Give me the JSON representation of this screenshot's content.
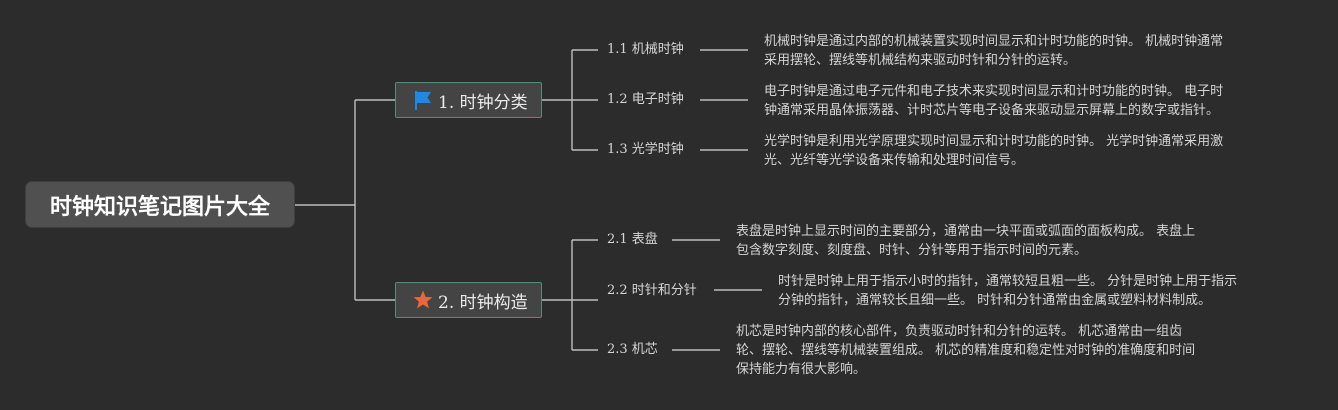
{
  "root": {
    "title": "时钟知识笔记图片大全"
  },
  "branches": [
    {
      "label": "1. 时钟分类",
      "icon": "flag-icon",
      "items": [
        {
          "label": "1.1 机械时钟",
          "desc": [
            "机械时钟是通过内部的机械装置实现时间显示和计时功能的时钟。 机械时钟通常",
            "采用摆轮、摆线等机械结构来驱动时针和分针的运转。"
          ]
        },
        {
          "label": "1.2 电子时钟",
          "desc": [
            "电子时钟是通过电子元件和电子技术来实现时间显示和计时功能的时钟。 电子时",
            "钟通常采用晶体振荡器、计时芯片等电子设备来驱动显示屏幕上的数字或指针。"
          ]
        },
        {
          "label": "1.3 光学时钟",
          "desc": [
            "光学时钟是利用光学原理实现时间显示和计时功能的时钟。 光学时钟通常采用激",
            "光、光纤等光学设备来传输和处理时间信号。"
          ]
        }
      ]
    },
    {
      "label": "2. 时钟构造",
      "icon": "star-icon",
      "items": [
        {
          "label": "2.1 表盘",
          "desc": [
            "表盘是时钟上显示时间的主要部分，通常由一块平面或弧面的面板构成。 表盘上",
            "包含数字刻度、刻度盘、时针、分针等用于指示时间的元素。"
          ]
        },
        {
          "label": "2.2 时针和分针",
          "desc": [
            "时针是时钟上用于指示小时的指针，通常较短且粗一些。 分针是时钟上用于指示",
            "分钟的指针，通常较长且细一些。 时针和分针通常由金属或塑料材料制成。"
          ]
        },
        {
          "label": "2.3 机芯",
          "desc": [
            "机芯是时钟内部的核心部件，负责驱动时针和分针的运转。 机芯通常由一组齿",
            "轮、摆轮、摆线等机械装置组成。 机芯的精准度和稳定性对时钟的准确度和时间",
            "保持能力有很大影响。"
          ]
        }
      ]
    }
  ],
  "colors": {
    "background": "#2c2c2c",
    "line": "#bdbdbd",
    "branch_border": "#5d8a78",
    "flag": "#1e88e5",
    "star": "#e8683a"
  }
}
